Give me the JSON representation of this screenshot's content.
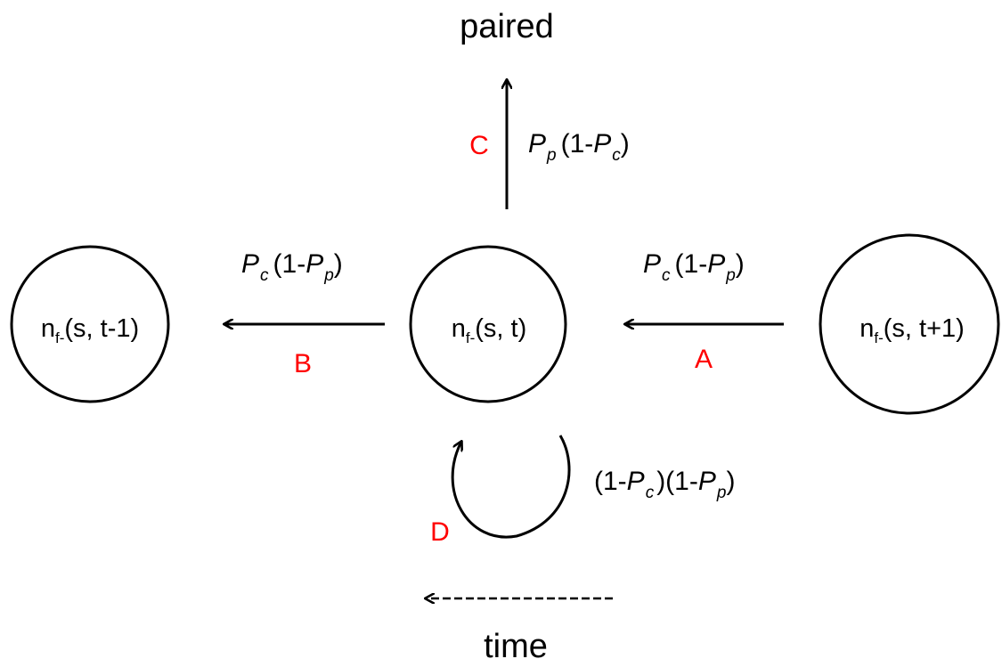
{
  "diagram": {
    "top_label": "paired",
    "bottom_label": "time",
    "nodes": {
      "left": {
        "base": "n",
        "sub": "f-",
        "args": "(s, t-1)"
      },
      "center": {
        "base": "n",
        "sub": "f-",
        "args": "(s, t)"
      },
      "right": {
        "base": "n",
        "sub": "f-",
        "args": "(s, t+1)"
      }
    },
    "transitions": {
      "A": {
        "letter": "A",
        "p1": "P",
        "p1_sub": "c",
        "mid": "(1-",
        "p2": "P",
        "p2_sub": "p",
        "close": ")"
      },
      "B": {
        "letter": "B",
        "p1": "P",
        "p1_sub": "c",
        "mid": "(1-",
        "p2": "P",
        "p2_sub": "p",
        "close": ")"
      },
      "C": {
        "letter": "C",
        "p1": "P",
        "p1_sub": "p",
        "mid": "(1-",
        "p2": "P",
        "p2_sub": "c",
        "close": ")"
      },
      "D": {
        "letter": "D",
        "open1": "(1-",
        "p1": "P",
        "p1_sub": "c",
        "mid": ")(1-",
        "p2": "P",
        "p2_sub": "p",
        "close": ")"
      }
    },
    "colors": {
      "stroke": "#000000",
      "letter": "#ff0000"
    }
  }
}
